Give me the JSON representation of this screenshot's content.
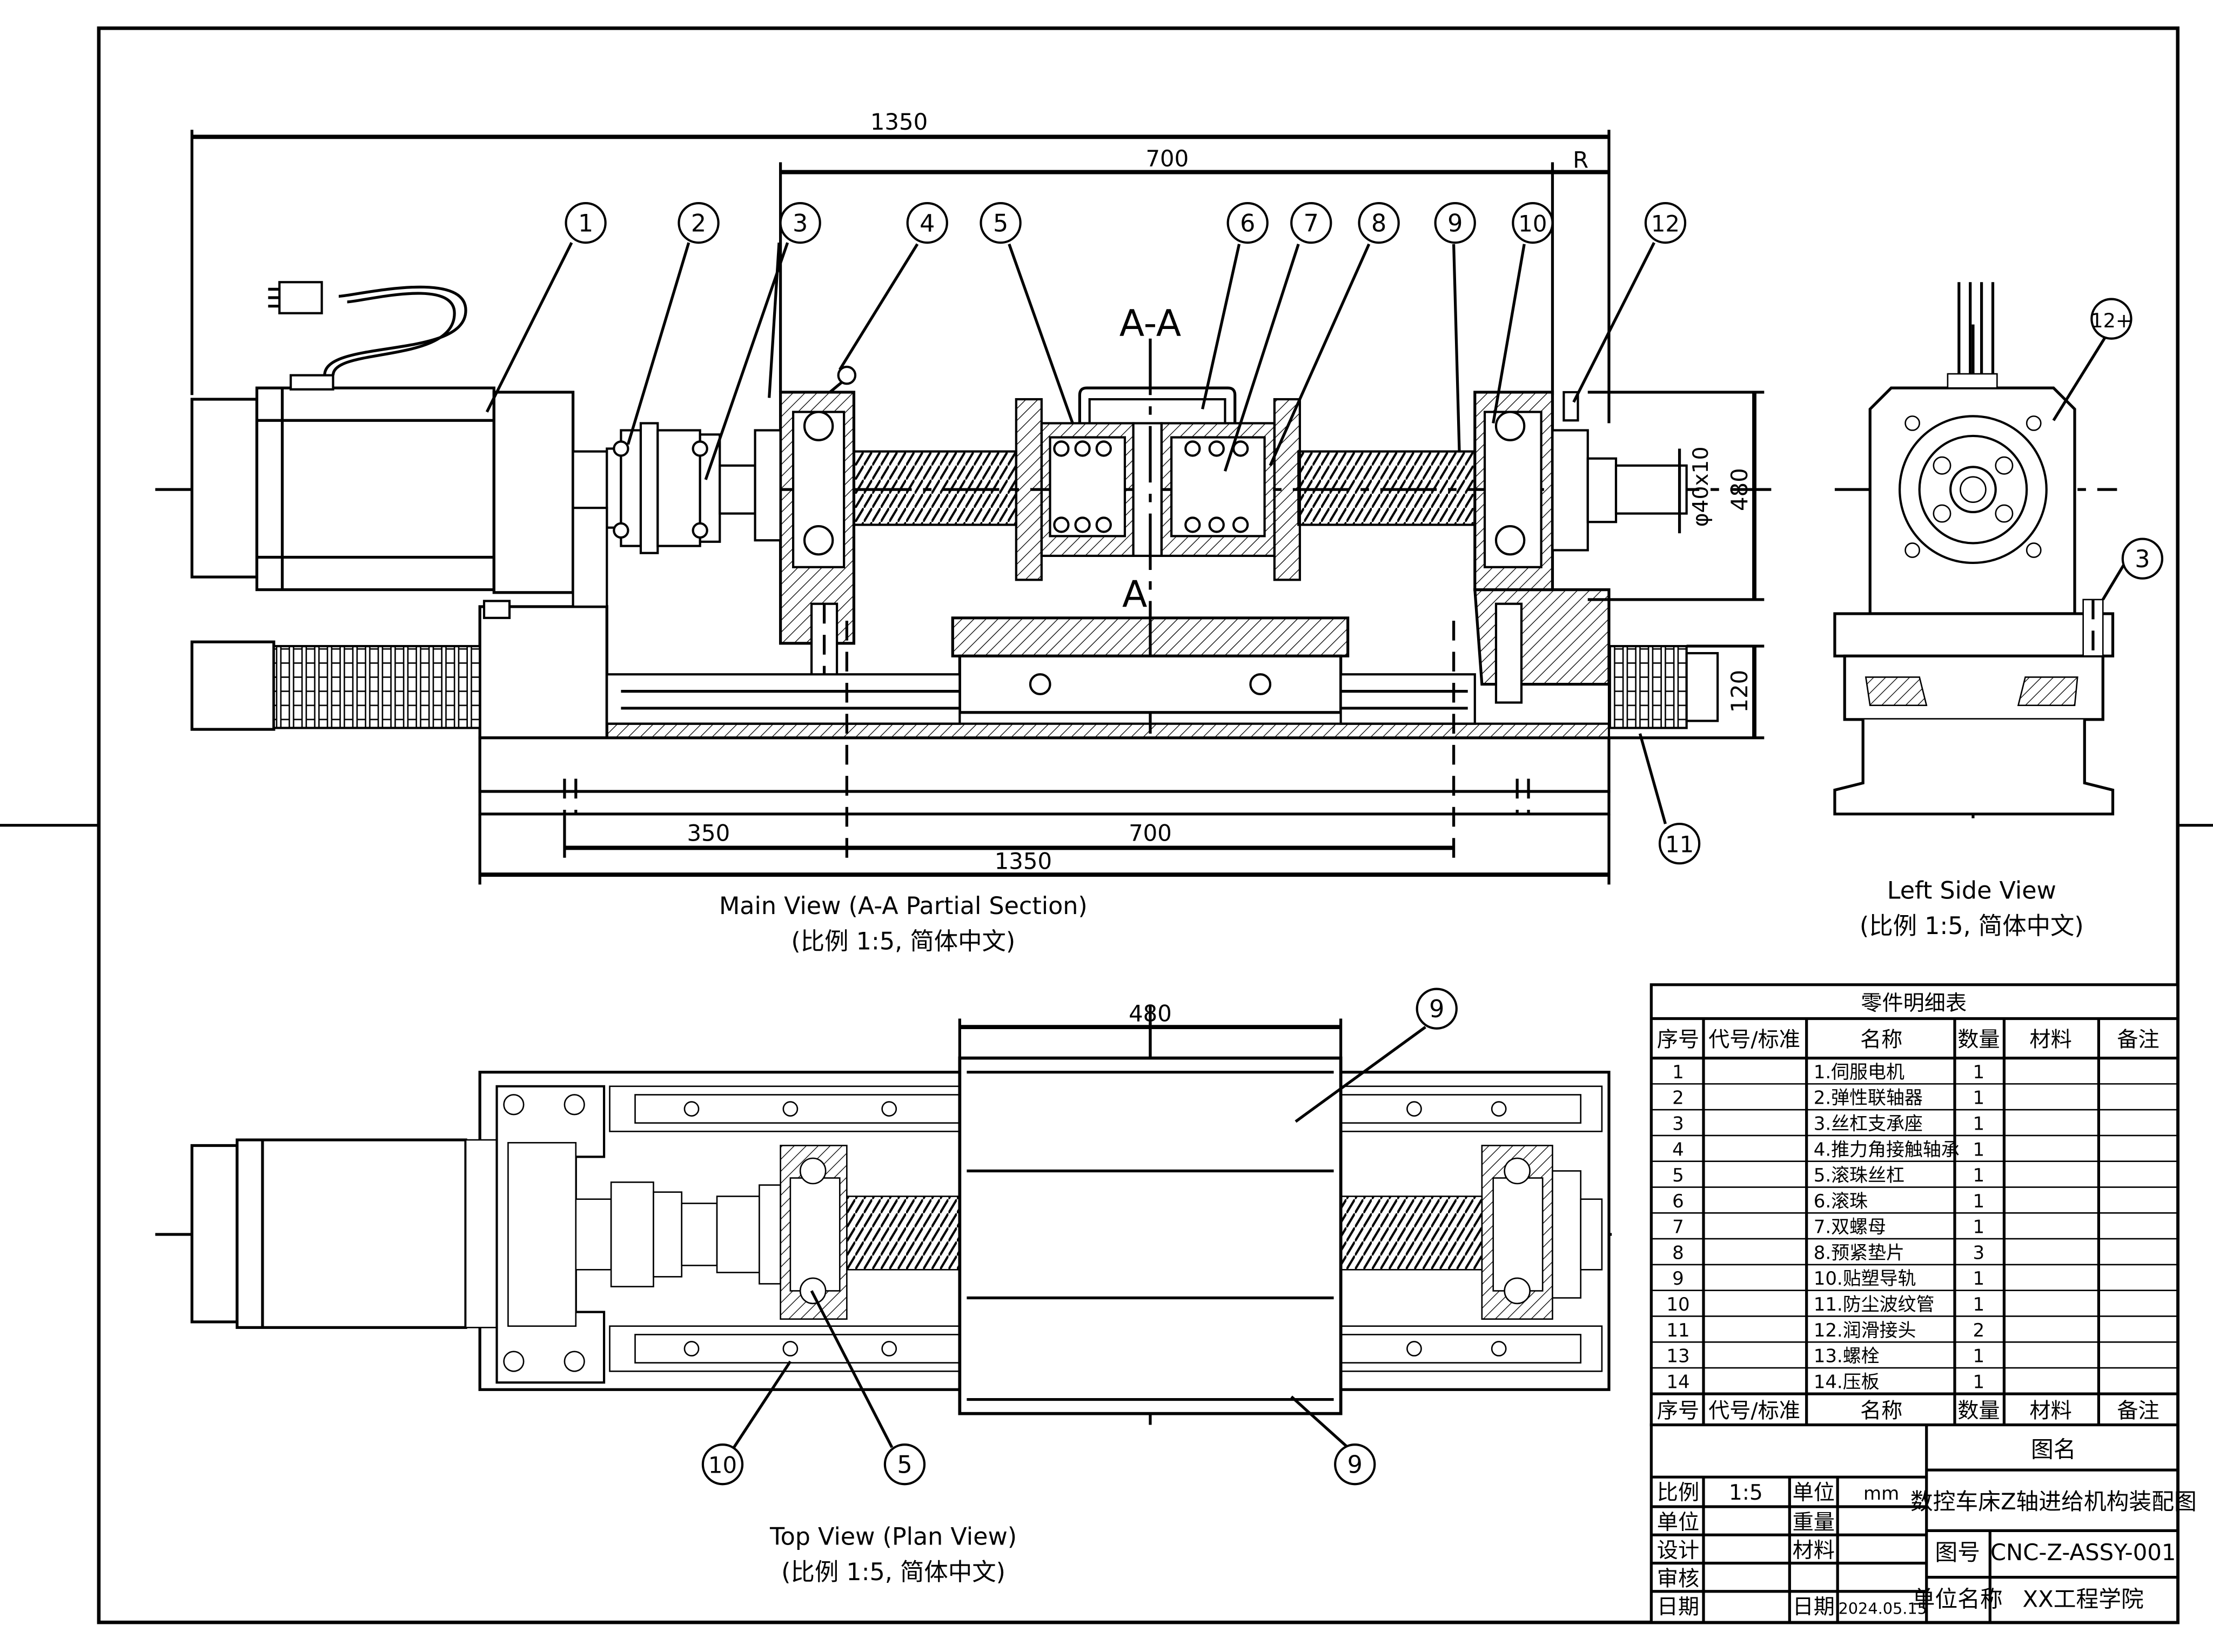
{
  "dimensions": {
    "top_overall": "1350",
    "top_span": "700",
    "top_r": "R",
    "bottom_left": "350",
    "bottom_mid": "700",
    "bottom_overall": "1350",
    "height_right": "480",
    "dia_screw": "φ40x10",
    "height_rail": "120",
    "plan_width": "480"
  },
  "section_labels": {
    "top": "A-A",
    "bottom": "A"
  },
  "balloons": {
    "main": [
      "1",
      "2",
      "3",
      "4",
      "5",
      "6",
      "7",
      "8",
      "9",
      "10",
      "12",
      "11"
    ],
    "side": [
      "12+",
      "3"
    ],
    "plan": [
      "9",
      "9",
      "10",
      "5"
    ]
  },
  "captions": {
    "main_1": "Main View (A-A Partial Section)",
    "main_2": "(比例 1:5, 简体中文)",
    "side_1": "Left Side View",
    "side_2": "(比例 1:5, 简体中文)",
    "plan_1": "Top View (Plan View)",
    "plan_2": "(比例 1:5, 简体中文)"
  },
  "bom": {
    "title": "零件明细表",
    "headers": [
      "序号",
      "代号/标准",
      "名称",
      "数量",
      "材料",
      "备注"
    ],
    "rows": [
      {
        "no": "1",
        "name": "1.伺服电机",
        "qty": "1"
      },
      {
        "no": "2",
        "name": "2.弹性联轴器",
        "qty": "1"
      },
      {
        "no": "3",
        "name": "3.丝杠支承座",
        "qty": "1"
      },
      {
        "no": "4",
        "name": "4.推力角接触轴承",
        "qty": "1"
      },
      {
        "no": "5",
        "name": "5.滚珠丝杠",
        "qty": "1"
      },
      {
        "no": "6",
        "name": "6.滚珠",
        "qty": "1"
      },
      {
        "no": "7",
        "name": "7.双螺母",
        "qty": "1"
      },
      {
        "no": "8",
        "name": "8.预紧垫片",
        "qty": "3"
      },
      {
        "no": "9",
        "name": "10.贴塑导轨",
        "qty": "1"
      },
      {
        "no": "10",
        "name": "11.防尘波纹管",
        "qty": "1"
      },
      {
        "no": "11",
        "name": "12.润滑接头",
        "qty": "2"
      },
      {
        "no": "13",
        "name": "13.螺栓",
        "qty": "1"
      },
      {
        "no": "14",
        "name": "14.压板",
        "qty": "1"
      }
    ]
  },
  "title_block": {
    "drawing_name_label": "图名",
    "drawing_name": "数控车床Z轴进给机构装配图",
    "scale_label": "比例",
    "scale": "1:5",
    "unit_label": "单位",
    "unit": "mm",
    "company_label": "单位",
    "weight_label": "重量",
    "design_label": "设计",
    "material_label": "材料",
    "check_label": "审核",
    "date_label_1": "日期",
    "date_label_2": "日期",
    "date": "2024.05.15",
    "drawing_no_label": "图号",
    "drawing_no": "CNC-Z-ASSY-001",
    "org_label": "单位名称",
    "org": "XX工程学院"
  }
}
